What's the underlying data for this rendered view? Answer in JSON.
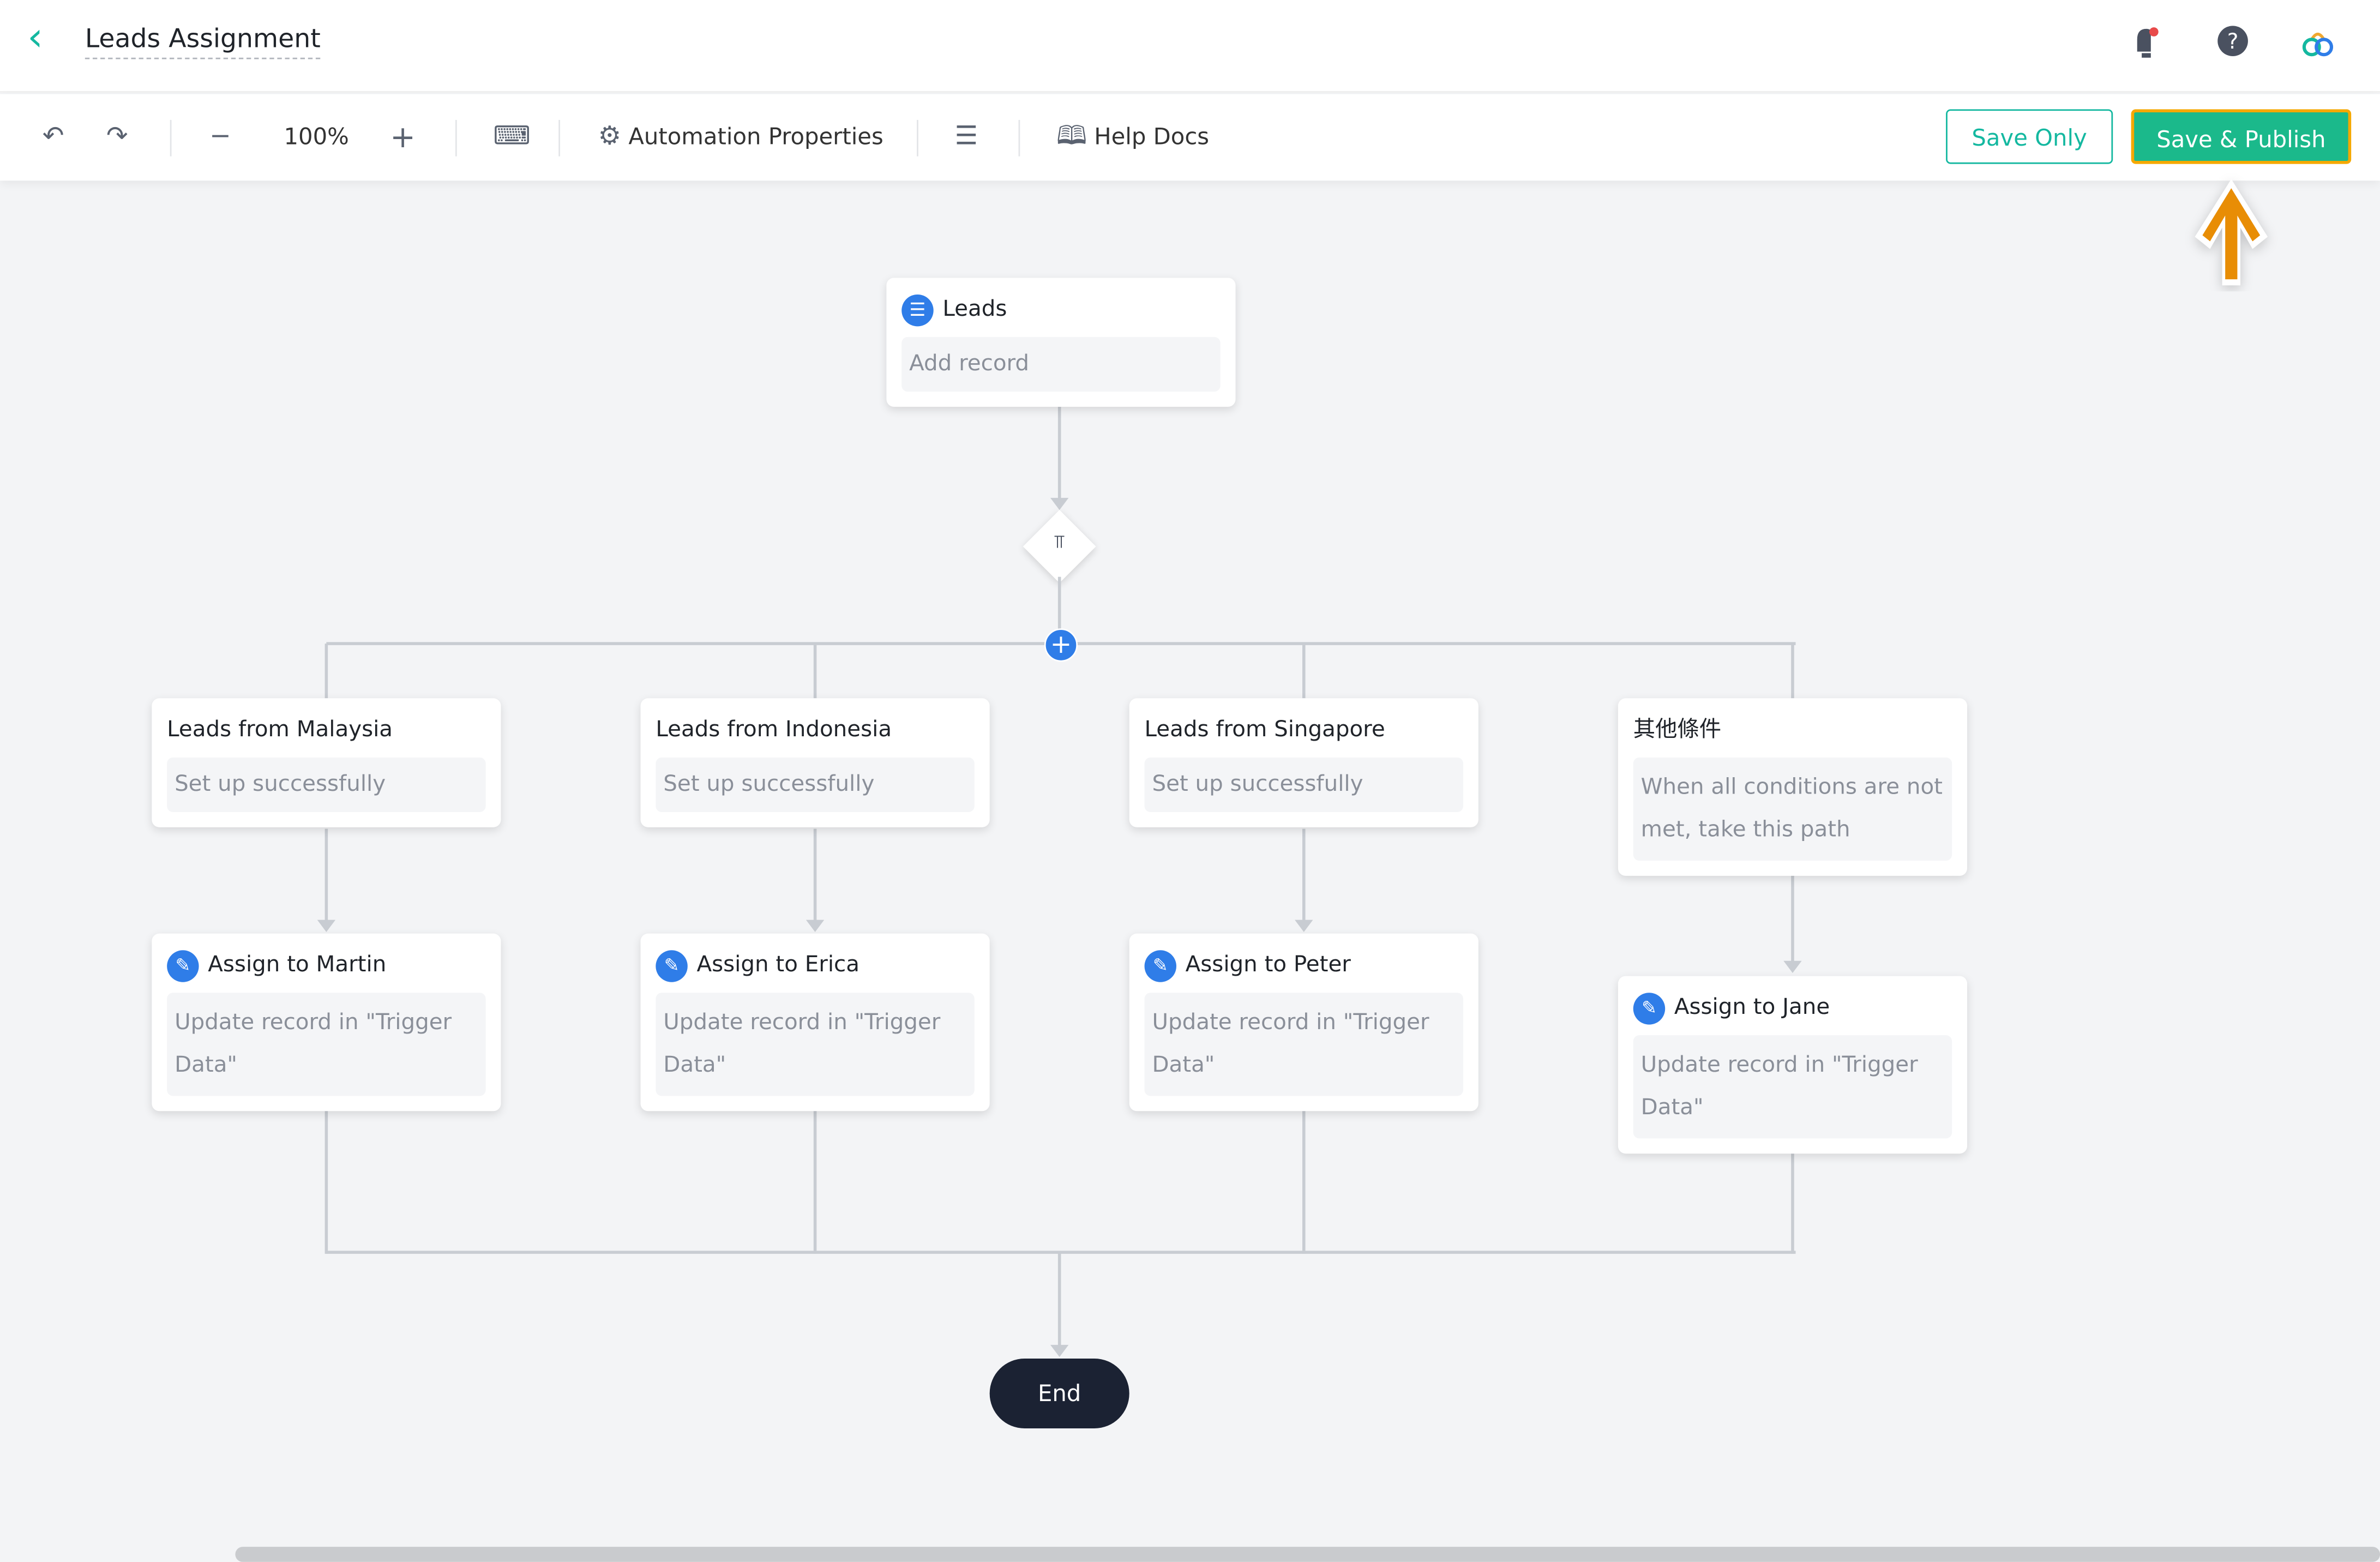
{
  "header": {
    "title": "Leads Assignment",
    "icons": [
      "back-chevron-icon",
      "bell-icon",
      "help-icon",
      "link-icon"
    ]
  },
  "toolbar": {
    "zoom": "100%",
    "automation_properties": "Automation Properties",
    "help_docs": "Help Docs",
    "save_only": "Save Only",
    "save_publish": "Save & Publish"
  },
  "colors": {
    "accent": "#14b8a0",
    "primary_button": "#1bb98b",
    "highlight": "#f5a800",
    "node_icon": "#2f7de8",
    "end": "#1b2233"
  },
  "flow": {
    "trigger": {
      "title": "Leads",
      "body": "Add record"
    },
    "branches": [
      {
        "condition": "Leads from Malaysia",
        "condition_body": "Set up successfully",
        "action": "Assign to Martin",
        "action_body": "Update record in \"Trigger Data\""
      },
      {
        "condition": "Leads from Indonesia",
        "condition_body": "Set up successfully",
        "action": "Assign to Erica",
        "action_body": "Update record in \"Trigger Data\""
      },
      {
        "condition": "Leads from Singapore",
        "condition_body": "Set up successfully",
        "action": "Assign to Peter",
        "action_body": "Update record in \"Trigger Data\""
      },
      {
        "condition": "其他條件",
        "condition_body": "When all conditions are not met, take this path",
        "action": "Assign to Jane",
        "action_body": "Update record in \"Trigger Data\""
      }
    ],
    "end": "End"
  }
}
